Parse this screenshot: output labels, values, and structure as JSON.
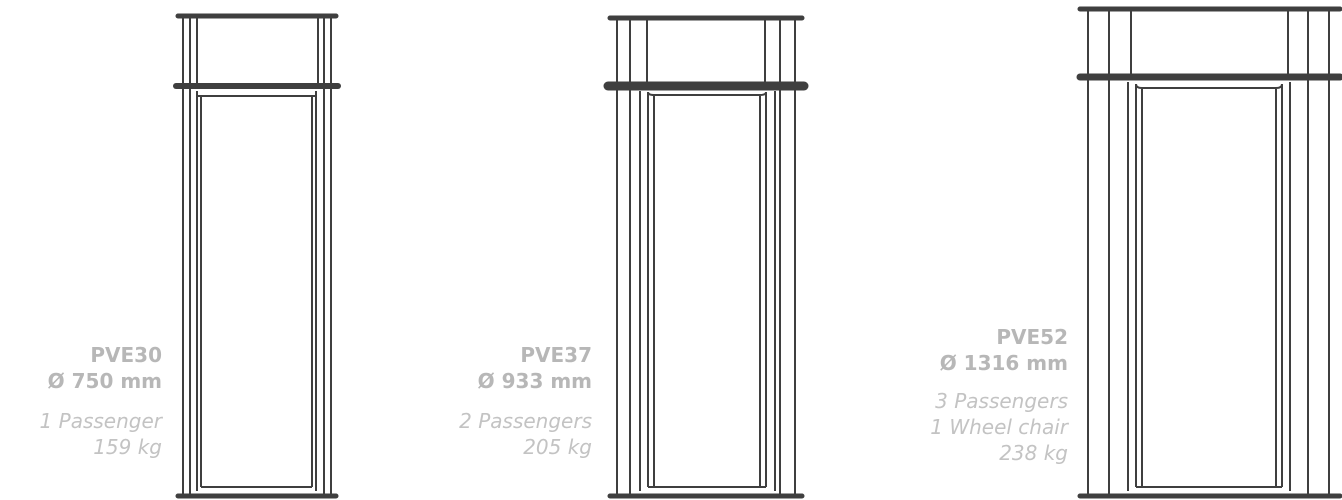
{
  "colors": {
    "outline": "#3f3f3f",
    "text_bold": "#b7b7b7",
    "text_italic": "#c3c3c3",
    "background": "#ffffff"
  },
  "elevators": [
    {
      "model": "PVE30",
      "diameter": "Ø 750 mm",
      "details": [
        "1 Passenger",
        "159 kg"
      ]
    },
    {
      "model": "PVE37",
      "diameter": "Ø 933 mm",
      "details": [
        "2 Passengers",
        "205 kg"
      ]
    },
    {
      "model": "PVE52",
      "diameter": "Ø 1316 mm",
      "details": [
        "3 Passengers",
        "1 Wheel chair",
        "238 kg"
      ]
    }
  ]
}
